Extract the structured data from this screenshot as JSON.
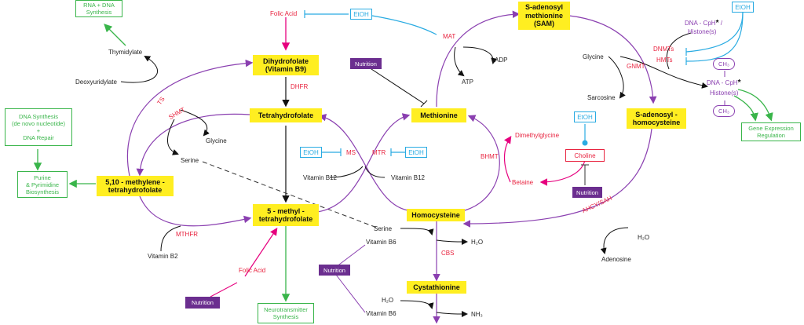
{
  "boxes": {
    "dhf": "Dihydrofolate\n(Vitamin B9)",
    "thf": "Tetrahydrofolate",
    "mthf510": "5,10 - methylene -\ntetrahydrofolate",
    "mthf5": "5 - methyl -\ntetrahydrofolate",
    "met": "Methionine",
    "sam": "S-adenosyl\nmethionine\n(SAM)",
    "sah": "S-adenosyl -\nhomocysteine",
    "hcy": "Homocysteine",
    "cys": "Cystathionine"
  },
  "green": {
    "rna": "RNA + DNA\nSynthesis",
    "dnasyn": "DNA Synthesis\n(de novo nucleotide)\n+\nDNA Repair",
    "purine": "Purine\n& Pyrimidine\nBiosynthesis",
    "neuro": "Neurotransmitter\nSynthesis",
    "gene": "Gene Expression\nRegulation"
  },
  "etoh": [
    "EtOH",
    "EtOH",
    "EtOH",
    "EtOH",
    "EtOH"
  ],
  "nutrition": [
    "Nutrition",
    "Nutrition",
    "Nutrition",
    "Nutrition"
  ],
  "enzymes": {
    "dhfr": "DHFR",
    "ts": "TS",
    "shmt": "SHMT",
    "mthfr": "MTHFR",
    "ms": "MS",
    "mtr": "MTR",
    "mat": "MAT",
    "gnmt": "GNMT",
    "bhmt": "BHMT",
    "dnmts": "DNMTs",
    "hmts": "HMTs",
    "cbs": "CBS",
    "ahcy": "AHCY/SAH"
  },
  "labels": {
    "folic_top": "Folic Acid",
    "folic_bottom": "Folic Acid",
    "thymidylate": "Thymidylate",
    "deoxyuridylate": "Deoxyuridylate",
    "glycine_left": "Glycine",
    "serine_left": "Serine",
    "vitb12_left": "Vitamin B12",
    "vitb12_right": "Vitamin B12",
    "vitb2": "Vitamin B2",
    "adp": "ADP",
    "atp": "ATP",
    "glycine_right": "Glycine",
    "sarcosine": "Sarcosine",
    "dmg": "Dimethylglycine",
    "betaine": "Betaine",
    "choline": "Choline",
    "serine_mid": "Serine",
    "vitb6_1": "Vitamin B6",
    "vitb6_2": "Vitamin B6",
    "h2o_1": "H₂O",
    "h2o_2": "H₂O",
    "h2o_3": "H₂O",
    "nh3": "NH₃",
    "adenosine": "Adenosine",
    "dna_cph_top": "DNA - CpH",
    "histones_top": "Histone(s)",
    "dna_cph_bot": "DNA - CpH",
    "histones_bot": "Histone(s)",
    "ch3": "CH₃",
    "star": "*",
    "slash": "/"
  }
}
